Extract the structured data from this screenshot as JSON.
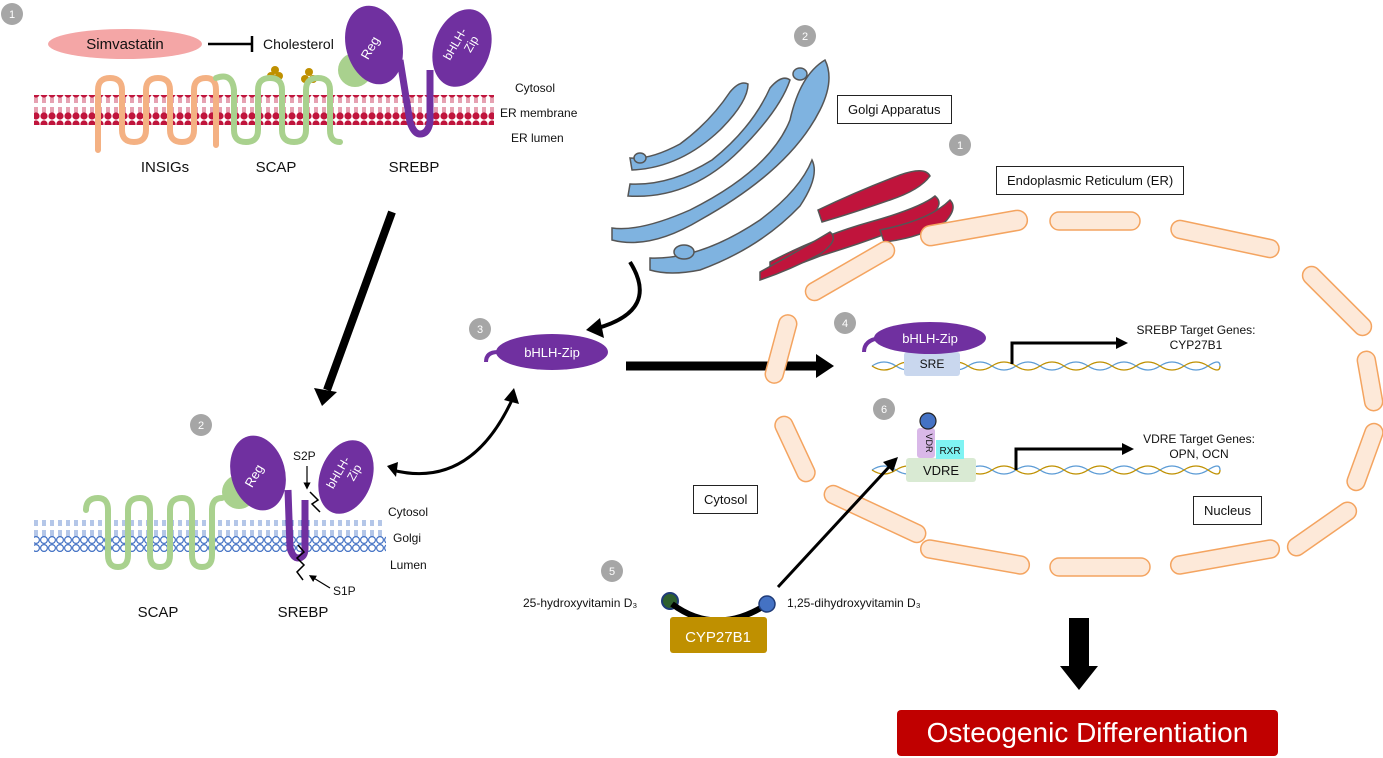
{
  "drug": {
    "name": "Simvastatin",
    "target": "Cholesterol"
  },
  "er_layers": {
    "top": "Cytosol",
    "middle": "ER membrane",
    "bottom": "ER lumen"
  },
  "golgi_layers": {
    "top": "Cytosol",
    "middle": "Golgi",
    "bottom": "Lumen"
  },
  "proteins": {
    "insigs": "INSIGs",
    "scap": "SCAP",
    "scap2": "SCAP",
    "srebp": "SREBP",
    "srebp2": "SREBP",
    "reg": "Reg",
    "bhlh": "bHLH-Zip",
    "bhlh_split": [
      "bHLH-",
      "Zip"
    ]
  },
  "proteases": {
    "s2p": "S2P",
    "s1p": "S1P"
  },
  "organelles": {
    "golgi": "Golgi Apparatus",
    "er": "Endoplasmic Reticulum (ER)",
    "cytosol": "Cytosol",
    "nucleus": "Nucleus"
  },
  "steps": [
    "1",
    "2",
    "1",
    "2",
    "3",
    "4",
    "5",
    "6"
  ],
  "nuclear": {
    "sre": "SRE",
    "vdre": "VDRE",
    "vdr": "VDR",
    "rxr": "RXR",
    "srebp_targets": [
      "SREBP Target Genes:",
      "CYP27B1"
    ],
    "vdre_targets": [
      "VDRE Target Genes:",
      "OPN, OCN"
    ]
  },
  "vitd": {
    "substrate": "25-hydroxyvitamin D₃",
    "product": "1,25-dihydroxyvitamin D₃",
    "enzyme": "CYP27B1"
  },
  "outcome": "Osteogenic Differentiation",
  "colors": {
    "purple": "#7030a0",
    "red_outcome": "#c00000",
    "er_red": "#c0143c",
    "golgi_blue": "#5b9bd5",
    "scap_green": "#a9d18e",
    "insig_orange": "#f4b183",
    "nucleus_orange": "#f4a460",
    "enzyme_gold": "#bf9000",
    "membrane_blue": "#4472c4"
  }
}
